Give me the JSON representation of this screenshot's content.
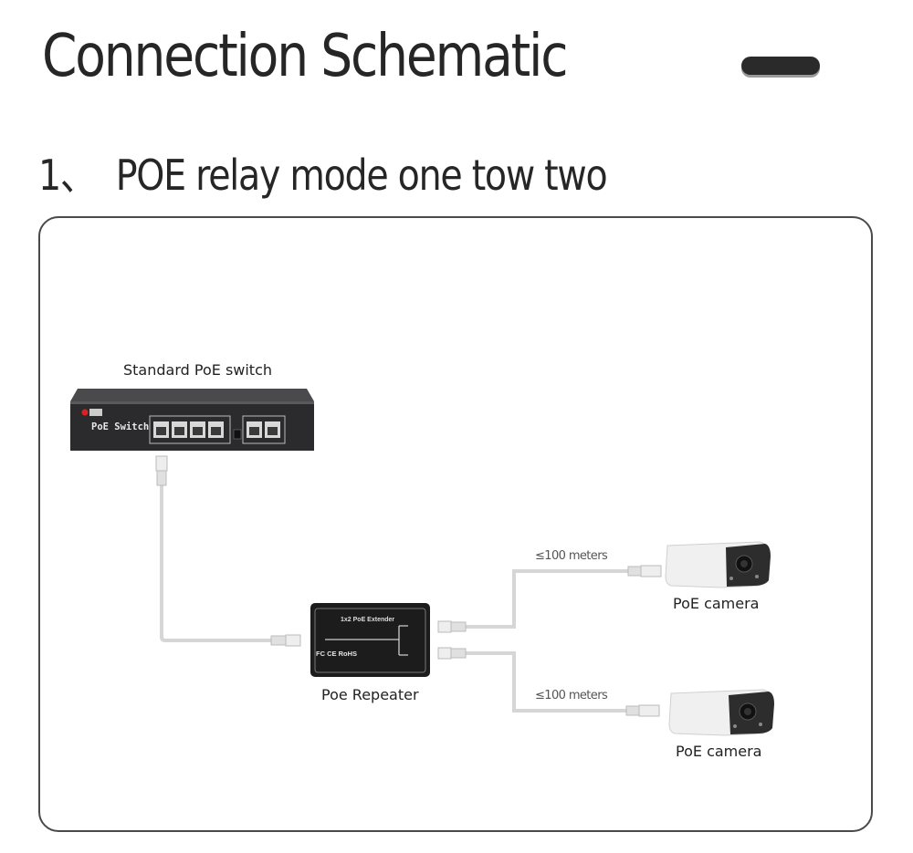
{
  "header": {
    "title": "Connection Schematic",
    "section_number": "1、",
    "section_title": "POE relay mode one tow two"
  },
  "diagram": {
    "switch": {
      "label": "Standard PoE switch",
      "device_text": "PoE Switch",
      "poe_port_count": 4,
      "uplink_port_count": 2
    },
    "repeater": {
      "label": "Poe Repeater",
      "device_text": "1x2 PoE Extender",
      "cert_text": "FC  CE  RoHS"
    },
    "cameras": [
      {
        "label": "PoE camera",
        "distance": "≤100 meters"
      },
      {
        "label": "PoE camera",
        "distance": "≤100 meters"
      }
    ]
  },
  "colors": {
    "text": "#262626",
    "frame": "#4a4a4a",
    "cable": "#d6d6d6",
    "device_body": "#1e1e1e",
    "camera_body": "#f0f0f0"
  }
}
